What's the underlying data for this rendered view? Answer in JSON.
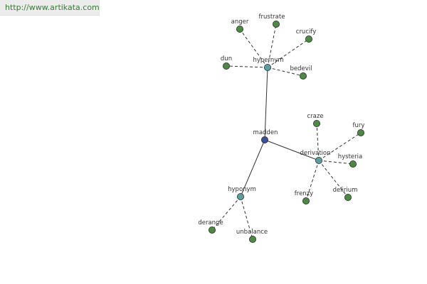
{
  "watermark": {
    "text": "http://www.artikata.com"
  },
  "colors": {
    "root": "#3d4e9a",
    "relation": "#5a9ea0",
    "leaf": "#4c8a44",
    "edge": "#333333",
    "stroke": "#2a2a2a"
  },
  "graph": {
    "nodes": [
      {
        "id": "madden",
        "label": "madden",
        "kind": "root"
      },
      {
        "id": "hypernym",
        "label": "hypernym",
        "kind": "relation"
      },
      {
        "id": "derivation",
        "label": "derivation",
        "kind": "relation"
      },
      {
        "id": "hyponym",
        "label": "hyponym",
        "kind": "relation"
      },
      {
        "id": "anger",
        "label": "anger",
        "kind": "leaf"
      },
      {
        "id": "frustrate",
        "label": "frustrate",
        "kind": "leaf"
      },
      {
        "id": "crucify",
        "label": "crucify",
        "kind": "leaf"
      },
      {
        "id": "dun",
        "label": "dun",
        "kind": "leaf"
      },
      {
        "id": "bedevil",
        "label": "bedevil",
        "kind": "leaf"
      },
      {
        "id": "craze",
        "label": "craze",
        "kind": "leaf"
      },
      {
        "id": "fury",
        "label": "fury",
        "kind": "leaf"
      },
      {
        "id": "hysteria",
        "label": "hysteria",
        "kind": "leaf"
      },
      {
        "id": "delirium",
        "label": "delirium",
        "kind": "leaf"
      },
      {
        "id": "frenzy",
        "label": "frenzy",
        "kind": "leaf"
      },
      {
        "id": "derange",
        "label": "derange",
        "kind": "leaf"
      },
      {
        "id": "unbalance",
        "label": "unbalance",
        "kind": "leaf"
      }
    ],
    "edges": [
      {
        "from": "madden",
        "to": "hypernym",
        "style": "solid"
      },
      {
        "from": "madden",
        "to": "derivation",
        "style": "solid"
      },
      {
        "from": "madden",
        "to": "hyponym",
        "style": "solid"
      },
      {
        "from": "hypernym",
        "to": "anger",
        "style": "dashed"
      },
      {
        "from": "hypernym",
        "to": "frustrate",
        "style": "dashed"
      },
      {
        "from": "hypernym",
        "to": "crucify",
        "style": "dashed"
      },
      {
        "from": "hypernym",
        "to": "dun",
        "style": "dashed"
      },
      {
        "from": "hypernym",
        "to": "bedevil",
        "style": "dashed"
      },
      {
        "from": "derivation",
        "to": "craze",
        "style": "dashed"
      },
      {
        "from": "derivation",
        "to": "fury",
        "style": "dashed"
      },
      {
        "from": "derivation",
        "to": "hysteria",
        "style": "dashed"
      },
      {
        "from": "derivation",
        "to": "delirium",
        "style": "dashed"
      },
      {
        "from": "derivation",
        "to": "frenzy",
        "style": "dashed"
      },
      {
        "from": "hyponym",
        "to": "derange",
        "style": "dashed"
      },
      {
        "from": "hyponym",
        "to": "unbalance",
        "style": "dashed"
      }
    ]
  }
}
